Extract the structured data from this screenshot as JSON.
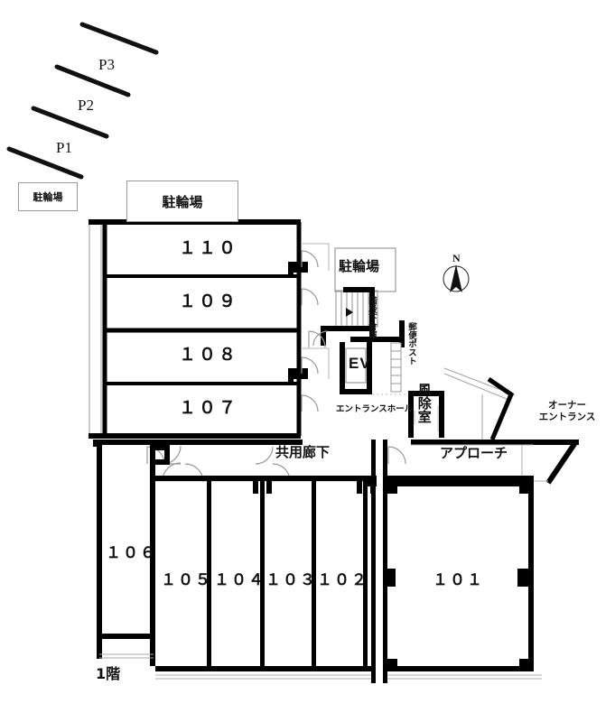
{
  "plan": {
    "floor_label": "1階",
    "north_label": "N",
    "colors": {
      "wall": "#000000",
      "thin_wall": "#8c8c8c",
      "background": "#ffffff",
      "text": "#111111"
    }
  },
  "parking": {
    "slots": [
      {
        "id": "P1",
        "label": "P1"
      },
      {
        "id": "P2",
        "label": "P2"
      },
      {
        "id": "P3",
        "label": "P3"
      }
    ],
    "bike_parking_small": "駐輪場",
    "bike_parking_top": "駐輪場",
    "bike_parking_mid": "駐輪場"
  },
  "upper_rooms": [
    {
      "number": "１１０"
    },
    {
      "number": "１０９"
    },
    {
      "number": "１０８"
    },
    {
      "number": "１０７"
    }
  ],
  "lower_rooms": [
    {
      "number": "１０６"
    },
    {
      "number": "１０５"
    },
    {
      "number": "１０４"
    },
    {
      "number": "１０３"
    },
    {
      "number": "１０２"
    },
    {
      "number": "１０１"
    }
  ],
  "common_areas": {
    "corridor": "共用廊下",
    "approach": "アプローチ",
    "entrance_hall": "エントランスホール",
    "vestibule": "風除室",
    "mailbox": "郵便ポスト",
    "under_stair_storage": "階段下倉庫",
    "elevator": "EV",
    "owner_entrance_line1": "オーナー",
    "owner_entrance_line2": "エントランス"
  }
}
